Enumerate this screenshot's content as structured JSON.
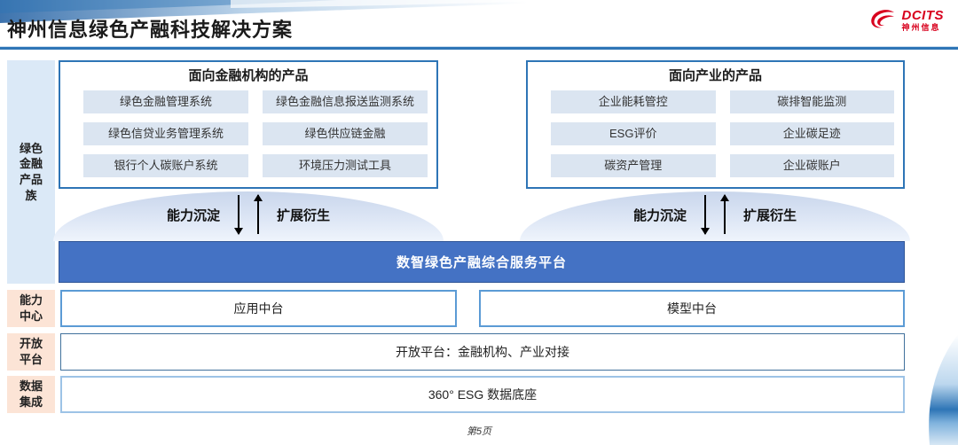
{
  "header": {
    "title": "神州信息绿色产融科技解决方案",
    "logo": {
      "name": "DCITS",
      "subname": "神州信息"
    }
  },
  "rail": {
    "product_family": "绿色\n金融\n产品\n族",
    "capability_center": "能力\n中心",
    "open_platform": "开放\n平台",
    "data_integration": "数据\n集成"
  },
  "finance_box": {
    "title": "面向金融机构的产品",
    "items": [
      "绿色金融管理系统",
      "绿色金融信息报送监测系统",
      "绿色信贷业务管理系统",
      "绿色供应链金融",
      "银行个人碳账户系统",
      "环境压力测试工具"
    ]
  },
  "industry_box": {
    "title": "面向产业的产品",
    "items": [
      "企业能耗管控",
      "碳排智能监测",
      "ESG评价",
      "企业碳足迹",
      "碳资产管理",
      "企业碳账户"
    ]
  },
  "flows": {
    "down_label": "能力沉淀",
    "up_label": "扩展衍生"
  },
  "platform_bar": {
    "label": "数智绿色产融综合服务平台"
  },
  "capability_row": {
    "left": "应用中台",
    "right": "模型中台"
  },
  "open_row": {
    "label": "开放平台：金融机构、产业对接"
  },
  "data_row": {
    "label": "360° ESG 数据底座"
  },
  "footer": {
    "page_label": "第5页"
  },
  "colors": {
    "accent_blue": "#2e75b6",
    "platform_blue": "#4472c4",
    "chip_bg": "#dbe5f1",
    "rail_blue_bg": "#dbe9f7",
    "rail_peach_bg": "#fce4d6",
    "logo_red": "#d8001d"
  }
}
